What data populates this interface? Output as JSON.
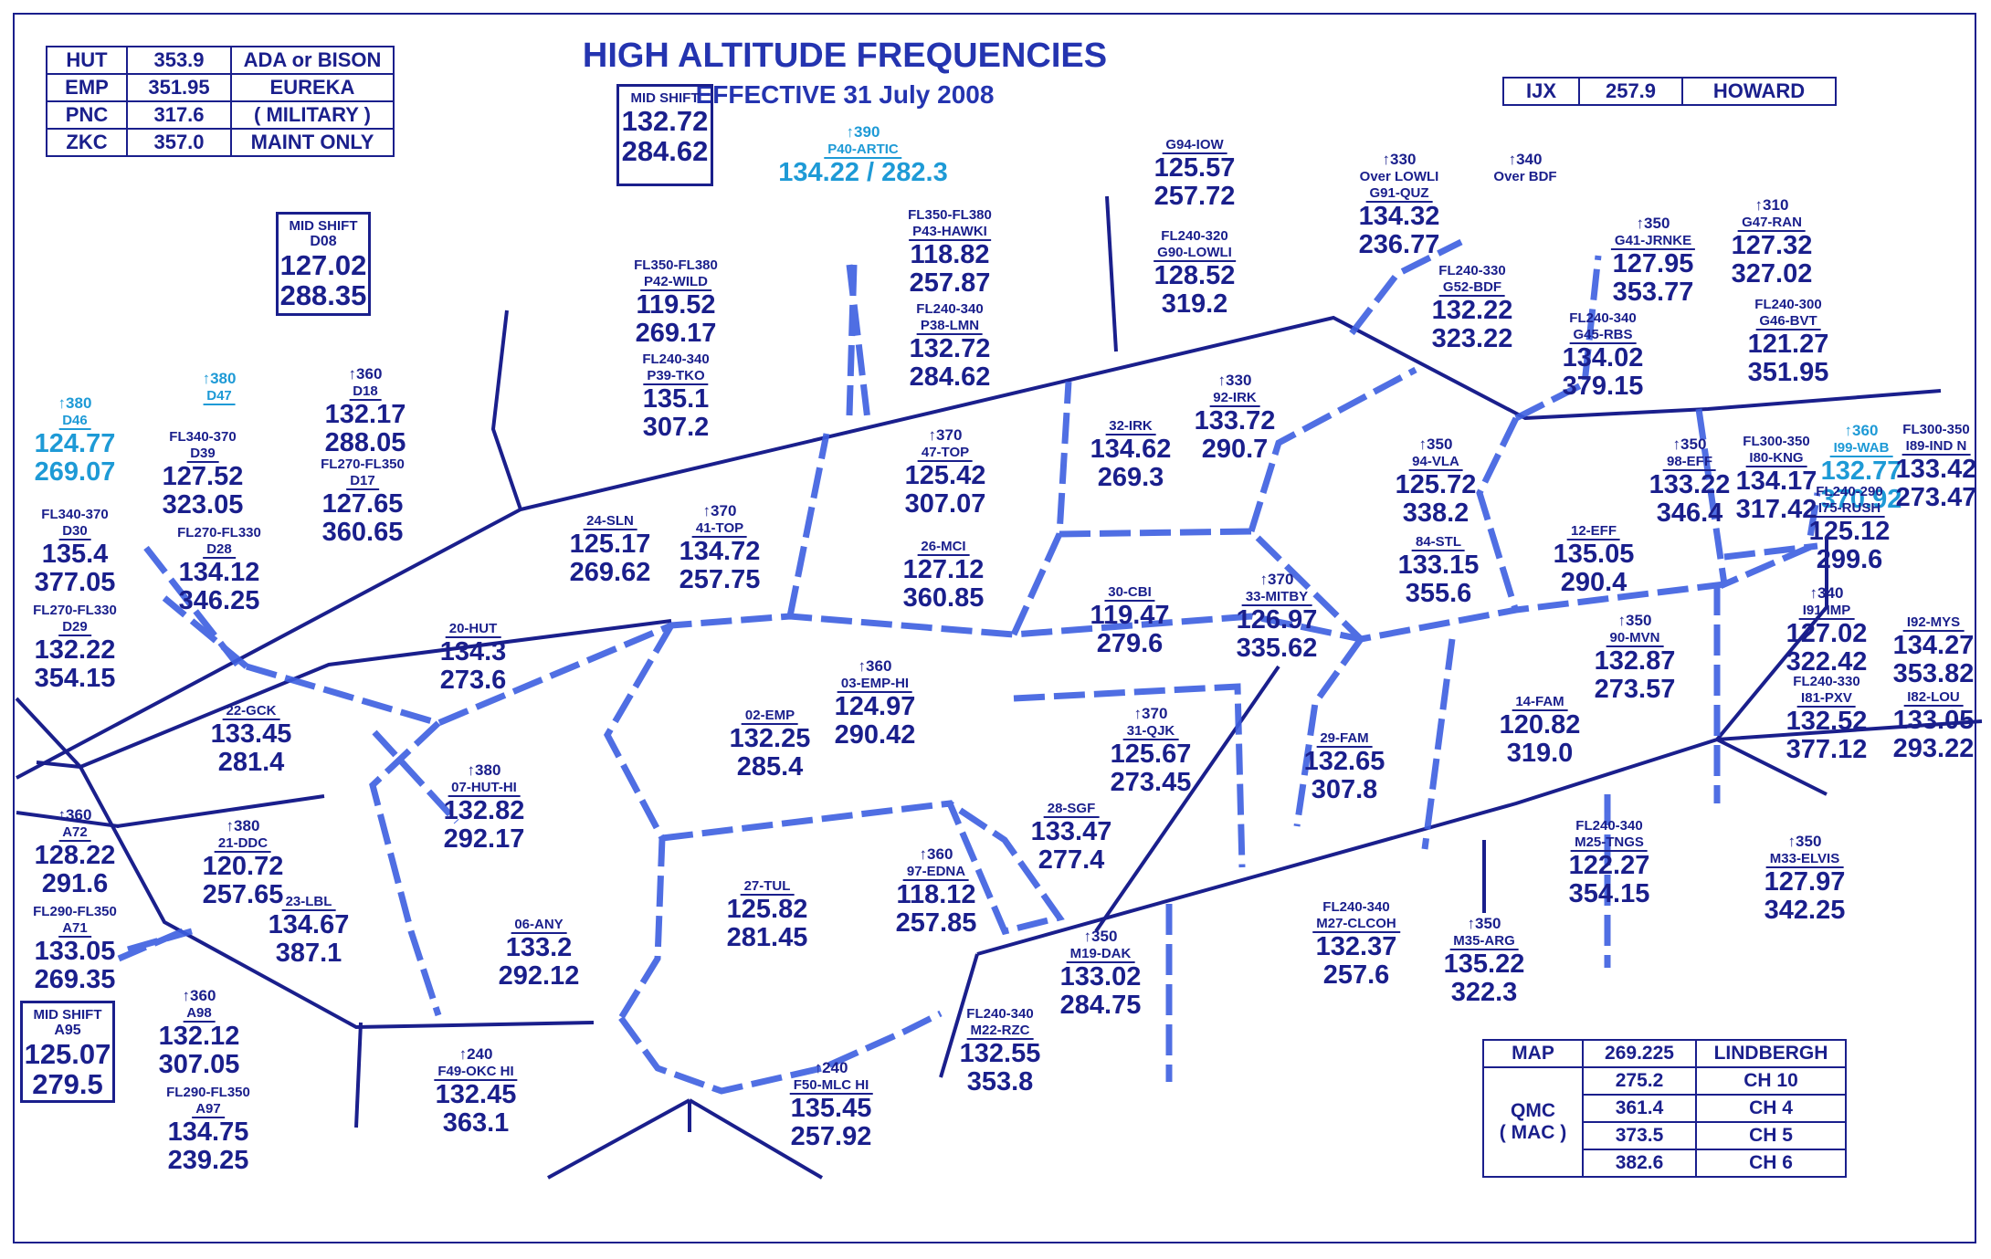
{
  "title": "HIGH ALTITUDE FREQUENCIES",
  "effective": "EFFECTIVE 31 July 2008",
  "top_left_table": [
    [
      "HUT",
      "353.9",
      "ADA or BISON"
    ],
    [
      "EMP",
      "351.95",
      "EUREKA"
    ],
    [
      "PNC",
      "317.6",
      "( MILITARY )"
    ],
    [
      "ZKC",
      "357.0",
      "MAINT ONLY"
    ]
  ],
  "top_right_table": [
    "IJX",
    "257.9",
    "HOWARD"
  ],
  "mid_shift_label": "MID SHIFT",
  "mid_shift_boxes": [
    {
      "sector": "",
      "freqs": [
        "132.72",
        "284.62"
      ]
    },
    {
      "sector": "D08",
      "freqs": [
        "127.02",
        "288.35"
      ]
    },
    {
      "sector": "A95",
      "freqs": [
        "125.07",
        "279.5"
      ]
    }
  ],
  "sectors": [
    {
      "alt": "↑390",
      "fl": "",
      "name": "P40-ARTIC",
      "f1": "134.22 / 282.3",
      "f2": "",
      "cyan": true
    },
    {
      "alt": "",
      "fl": "FL350-FL380",
      "name": "P43-HAWKI",
      "f1": "118.82",
      "f2": "257.87"
    },
    {
      "alt": "",
      "fl": "FL240-340",
      "name": "P38-LMN",
      "f1": "132.72",
      "f2": "284.62"
    },
    {
      "alt": "",
      "fl": "FL350-FL380",
      "name": "P42-WILD",
      "f1": "119.52",
      "f2": "269.17"
    },
    {
      "alt": "",
      "fl": "FL240-340",
      "name": "P39-TKO",
      "f1": "135.1",
      "f2": "307.2"
    },
    {
      "alt": "",
      "fl": "",
      "name": "G94-IOW",
      "f1": "125.57",
      "f2": "257.72"
    },
    {
      "alt": "",
      "fl": "FL240-320",
      "name": "G90-LOWLI",
      "f1": "128.52",
      "f2": "319.2"
    },
    {
      "alt": "↑330",
      "fl": "Over LOWLI",
      "name": "G91-QUZ",
      "f1": "134.32",
      "f2": "236.77"
    },
    {
      "alt": "↑340",
      "fl": "Over BDF",
      "name": "",
      "f1": "",
      "f2": ""
    },
    {
      "alt": "",
      "fl": "FL240-330",
      "name": "G52-BDF",
      "f1": "132.22",
      "f2": "323.22"
    },
    {
      "alt": "↑350",
      "fl": "",
      "name": "G41-JRNKE",
      "f1": "127.95",
      "f2": "353.77"
    },
    {
      "alt": "",
      "fl": "FL240-340",
      "name": "G45-RBS",
      "f1": "134.02",
      "f2": "379.15"
    },
    {
      "alt": "↑310",
      "fl": "",
      "name": "G47-RAN",
      "f1": "127.32",
      "f2": "327.02"
    },
    {
      "alt": "",
      "fl": "FL240-300",
      "name": "G46-BVT",
      "f1": "121.27",
      "f2": "351.95"
    },
    {
      "alt": "↑380",
      "fl": "",
      "name": "D46",
      "f1": "124.77",
      "f2": "269.07",
      "cyan": true
    },
    {
      "alt": "↑380",
      "fl": "",
      "name": "D47",
      "f1": "",
      "f2": "",
      "cyan": true
    },
    {
      "alt": "",
      "fl": "FL340-370",
      "name": "D39",
      "f1": "127.52",
      "f2": "323.05"
    },
    {
      "alt": "",
      "fl": "FL270-FL330",
      "name": "D28",
      "f1": "134.12",
      "f2": "346.25"
    },
    {
      "alt": "↑360",
      "fl": "",
      "name": "D18",
      "f1": "132.17",
      "f2": "288.05"
    },
    {
      "alt": "",
      "fl": "FL270-FL350",
      "name": "D17",
      "f1": "127.65",
      "f2": "360.65"
    },
    {
      "alt": "",
      "fl": "FL340-370",
      "name": "D30",
      "f1": "135.4",
      "f2": "377.05"
    },
    {
      "alt": "",
      "fl": "FL270-FL330",
      "name": "D29",
      "f1": "132.22",
      "f2": "354.15"
    },
    {
      "alt": "",
      "fl": "",
      "name": "24-SLN",
      "f1": "125.17",
      "f2": "269.62"
    },
    {
      "alt": "↑370",
      "fl": "",
      "name": "41-TOP",
      "f1": "134.72",
      "f2": "257.75"
    },
    {
      "alt": "↑370",
      "fl": "",
      "name": "47-TOP",
      "f1": "125.42",
      "f2": "307.07"
    },
    {
      "alt": "",
      "fl": "",
      "name": "26-MCI",
      "f1": "127.12",
      "f2": "360.85"
    },
    {
      "alt": "",
      "fl": "",
      "name": "32-IRK",
      "f1": "134.62",
      "f2": "269.3"
    },
    {
      "alt": "↑330",
      "fl": "",
      "name": "92-IRK",
      "f1": "133.72",
      "f2": "290.7"
    },
    {
      "alt": "↑350",
      "fl": "",
      "name": "94-VLA",
      "f1": "125.72",
      "f2": "338.2"
    },
    {
      "alt": "",
      "fl": "",
      "name": "84-STL",
      "f1": "133.15",
      "f2": "355.6"
    },
    {
      "alt": "↑350",
      "fl": "",
      "name": "98-EFF",
      "f1": "133.22",
      "f2": "346.4"
    },
    {
      "alt": "",
      "fl": "",
      "name": "12-EFF",
      "f1": "135.05",
      "f2": "290.4"
    },
    {
      "alt": "",
      "fl": "FL300-350",
      "name": "I80-KNG",
      "f1": "134.17",
      "f2": "317.42"
    },
    {
      "alt": "↑360",
      "fl": "",
      "name": "I99-WAB",
      "f1": "132.77",
      "f2": "370.92",
      "cyan": true
    },
    {
      "alt": "",
      "fl": "FL300-350",
      "name": "I89-IND N",
      "f1": "133.42",
      "f2": "273.47"
    },
    {
      "alt": "",
      "fl": "FL240-290",
      "name": "I75-RUSH",
      "f1": "125.12",
      "f2": "299.6"
    },
    {
      "alt": "",
      "fl": "",
      "name": "20-HUT",
      "f1": "134.3",
      "f2": "273.6"
    },
    {
      "alt": "",
      "fl": "",
      "name": "30-CBI",
      "f1": "119.47",
      "f2": "279.6"
    },
    {
      "alt": "↑370",
      "fl": "",
      "name": "33-MITBY",
      "f1": "126.97",
      "f2": "335.62"
    },
    {
      "alt": "↑360",
      "fl": "",
      "name": "03-EMP-HI",
      "f1": "124.97",
      "f2": "290.42"
    },
    {
      "alt": "",
      "fl": "",
      "name": "02-EMP",
      "f1": "132.25",
      "f2": "285.4"
    },
    {
      "alt": "",
      "fl": "",
      "name": "22-GCK",
      "f1": "133.45",
      "f2": "281.4"
    },
    {
      "alt": "↑350",
      "fl": "",
      "name": "90-MVN",
      "f1": "132.87",
      "f2": "273.57"
    },
    {
      "alt": "",
      "fl": "",
      "name": "14-FAM",
      "f1": "120.82",
      "f2": "319.0"
    },
    {
      "alt": "↑340",
      "fl": "",
      "name": "I91-IMP",
      "f1": "127.02",
      "f2": "322.42"
    },
    {
      "alt": "",
      "fl": "FL240-330",
      "name": "I81-PXV",
      "f1": "132.52",
      "f2": "377.12"
    },
    {
      "alt": "",
      "fl": "",
      "name": "I92-MYS",
      "f1": "134.27",
      "f2": "353.82"
    },
    {
      "alt": "",
      "fl": "",
      "name": "I82-LOU",
      "f1": "133.05",
      "f2": "293.22"
    },
    {
      "alt": "↑370",
      "fl": "",
      "name": "31-QJK",
      "f1": "125.67",
      "f2": "273.45"
    },
    {
      "alt": "",
      "fl": "",
      "name": "29-FAM",
      "f1": "132.65",
      "f2": "307.8"
    },
    {
      "alt": "↑380",
      "fl": "",
      "name": "07-HUT-HI",
      "f1": "132.82",
      "f2": "292.17"
    },
    {
      "alt": "↑360",
      "fl": "",
      "name": "A72",
      "f1": "128.22",
      "f2": "291.6"
    },
    {
      "alt": "↑380",
      "fl": "",
      "name": "21-DDC",
      "f1": "120.72",
      "f2": "257.65"
    },
    {
      "alt": "",
      "fl": "",
      "name": "23-LBL",
      "f1": "134.67",
      "f2": "387.1"
    },
    {
      "alt": "",
      "fl": "",
      "name": "06-ANY",
      "f1": "133.2",
      "f2": "292.12"
    },
    {
      "alt": "",
      "fl": "",
      "name": "28-SGF",
      "f1": "133.47",
      "f2": "277.4"
    },
    {
      "alt": "",
      "fl": "FL240-340",
      "name": "M25-TNGS",
      "f1": "122.27",
      "f2": "354.15"
    },
    {
      "alt": "↑350",
      "fl": "",
      "name": "M33-ELVIS",
      "f1": "127.97",
      "f2": "342.25"
    },
    {
      "alt": "↑360",
      "fl": "",
      "name": "97-EDNA",
      "f1": "118.12",
      "f2": "257.85"
    },
    {
      "alt": "",
      "fl": "",
      "name": "27-TUL",
      "f1": "125.82",
      "f2": "281.45"
    },
    {
      "alt": "",
      "fl": "FL290-FL350",
      "name": "A71",
      "f1": "133.05",
      "f2": "269.35"
    },
    {
      "alt": "",
      "fl": "FL240-340",
      "name": "M27-CLCOH",
      "f1": "132.37",
      "f2": "257.6"
    },
    {
      "alt": "↑350",
      "fl": "",
      "name": "M19-DAK",
      "f1": "133.02",
      "f2": "284.75"
    },
    {
      "alt": "↑350",
      "fl": "",
      "name": "M35-ARG",
      "f1": "135.22",
      "f2": "322.3"
    },
    {
      "alt": "↑360",
      "fl": "",
      "name": "A98",
      "f1": "132.12",
      "f2": "307.05"
    },
    {
      "alt": "",
      "fl": "FL290-FL350",
      "name": "A97",
      "f1": "134.75",
      "f2": "239.25"
    },
    {
      "alt": "↑240",
      "fl": "",
      "name": "F49-OKC HI",
      "f1": "132.45",
      "f2": "363.1"
    },
    {
      "alt": "↑240",
      "fl": "",
      "name": "F50-MLC HI",
      "f1": "135.45",
      "f2": "257.92"
    },
    {
      "alt": "",
      "fl": "FL240-340",
      "name": "M22-RZC",
      "f1": "132.55",
      "f2": "353.8"
    }
  ],
  "qmc_table": {
    "map_label": "MAP",
    "map_freq": "269.225",
    "map_name": "LINDBERGH",
    "qmc_label": "QMC",
    "mac_label": "( MAC )",
    "rows": [
      [
        "275.2",
        "CH 10"
      ],
      [
        "361.4",
        "CH 4"
      ],
      [
        "373.5",
        "CH 5"
      ],
      [
        "382.6",
        "CH 6"
      ]
    ]
  },
  "colors": {
    "navy": "#1a1f8c",
    "boundary": "#3d5fe0",
    "cyan": "#1e9ad6"
  }
}
